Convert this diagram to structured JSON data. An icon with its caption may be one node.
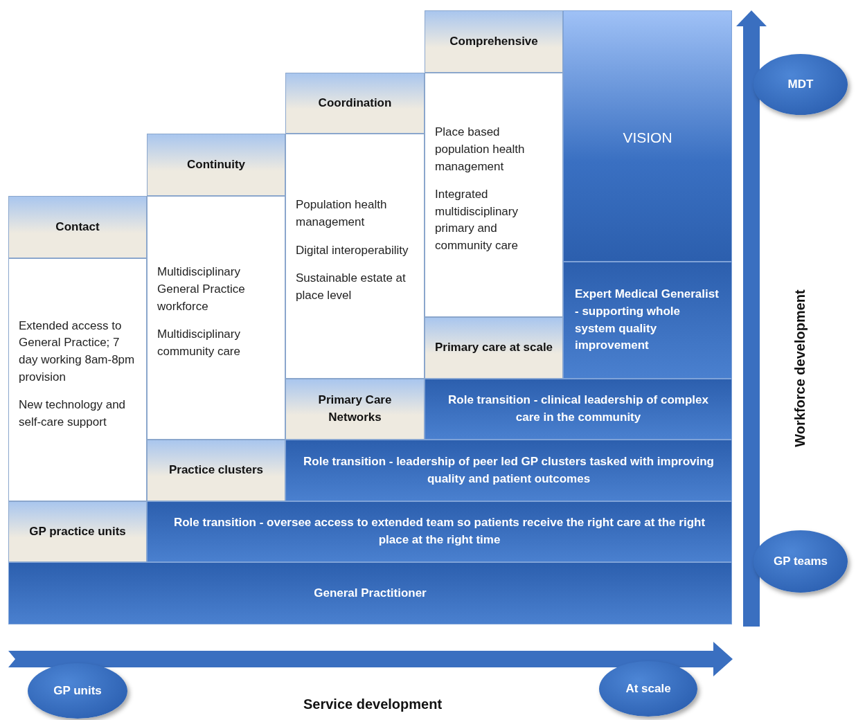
{
  "diagram": {
    "nodes": [
      {
        "text": [
          "Comprehensive"
        ]
      },
      {
        "text": [
          "Coordination"
        ]
      },
      {
        "text": [
          "Continuity"
        ]
      },
      {
        "text": [
          "Contact"
        ]
      },
      {
        "text": [
          "Extended access to General Practice; 7 day working 8am-8pm provision",
          "New technology and self-care support"
        ]
      },
      {
        "text": [
          "Multidisciplinary General Practice workforce",
          "Multidisciplinary community care"
        ]
      },
      {
        "text": [
          "Population health management",
          "Digital interoperability",
          "Sustainable estate at place level"
        ]
      },
      {
        "text": [
          "Place based population health management",
          "Integrated multidisciplinary primary and community care"
        ]
      },
      {
        "text": [
          "VISION"
        ]
      },
      {
        "text": [
          "Expert Medical Generalist - supporting whole system quality improvement"
        ]
      },
      {
        "text": [
          "Primary care at scale"
        ]
      },
      {
        "text": [
          "Primary Care Networks"
        ]
      },
      {
        "text": [
          "Role transition - clinical leadership of complex care in the community"
        ]
      },
      {
        "text": [
          "Practice clusters"
        ]
      },
      {
        "text": [
          "Role transition - leadership of peer led GP clusters tasked with improving quality and patient outcomes"
        ]
      },
      {
        "text": [
          "GP practice units"
        ]
      },
      {
        "text": [
          "Role transition - oversee access to extended team so patients receive the right care at the right place at the right time"
        ]
      },
      {
        "text": [
          "General Practitioner"
        ]
      },
      {
        "text": [
          "MDT"
        ]
      },
      {
        "text": [
          "GP teams"
        ]
      },
      {
        "text": [
          "GP units"
        ]
      },
      {
        "text": [
          "At scale"
        ]
      }
    ],
    "labels": [
      "Workforce development",
      "Service development"
    ]
  }
}
